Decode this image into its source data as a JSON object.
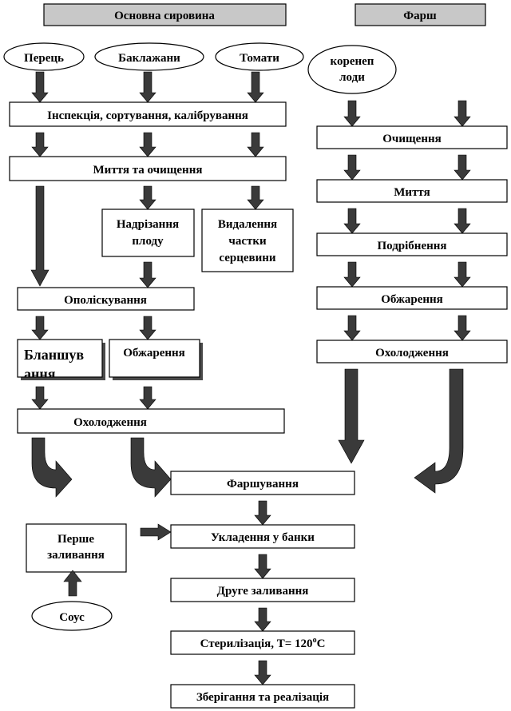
{
  "headers": {
    "main_raw": "Основна сировина",
    "stuffing": "Фарш"
  },
  "ingredients": {
    "pepper": "Перець",
    "eggplant": "Баклажани",
    "tomato": "Томати",
    "root_vegetables": [
      "коренеп",
      "лоди"
    ],
    "sauce": "Соус"
  },
  "steps": {
    "inspection": "Інспекція, сортування, калібрування",
    "washing_cleaning": "Миття та очищення",
    "cutting_fruit": [
      "Надрізання",
      "плоду"
    ],
    "core_removal": [
      "Видалення",
      "частки",
      "серцевини"
    ],
    "rinsing": "Ополіскування",
    "blanching": [
      "Бланшув",
      "ання"
    ],
    "frying": "Обжарення",
    "cooling": "Охолодження",
    "stuffing_cleaning": "Очищення",
    "stuffing_washing": "Миття",
    "stuffing_grinding": "Подрібнення",
    "stuffing_frying": "Обжарення",
    "stuffing_cooling": "Охолодження",
    "filling": "Фаршування",
    "first_pour": [
      "Перше",
      "заливання"
    ],
    "canning": "Укладення у банки",
    "second_pour": "Друге заливання",
    "sterilization_prefix": "Стерилізація, Т= 120",
    "sterilization_unit": "С",
    "storage": "Зберігання та реалізація"
  },
  "colors": {
    "arrow": "#3a3a3a",
    "header_fill": "#c8c8c8",
    "stroke": "#000000",
    "shadow": "#4a4a4a"
  }
}
